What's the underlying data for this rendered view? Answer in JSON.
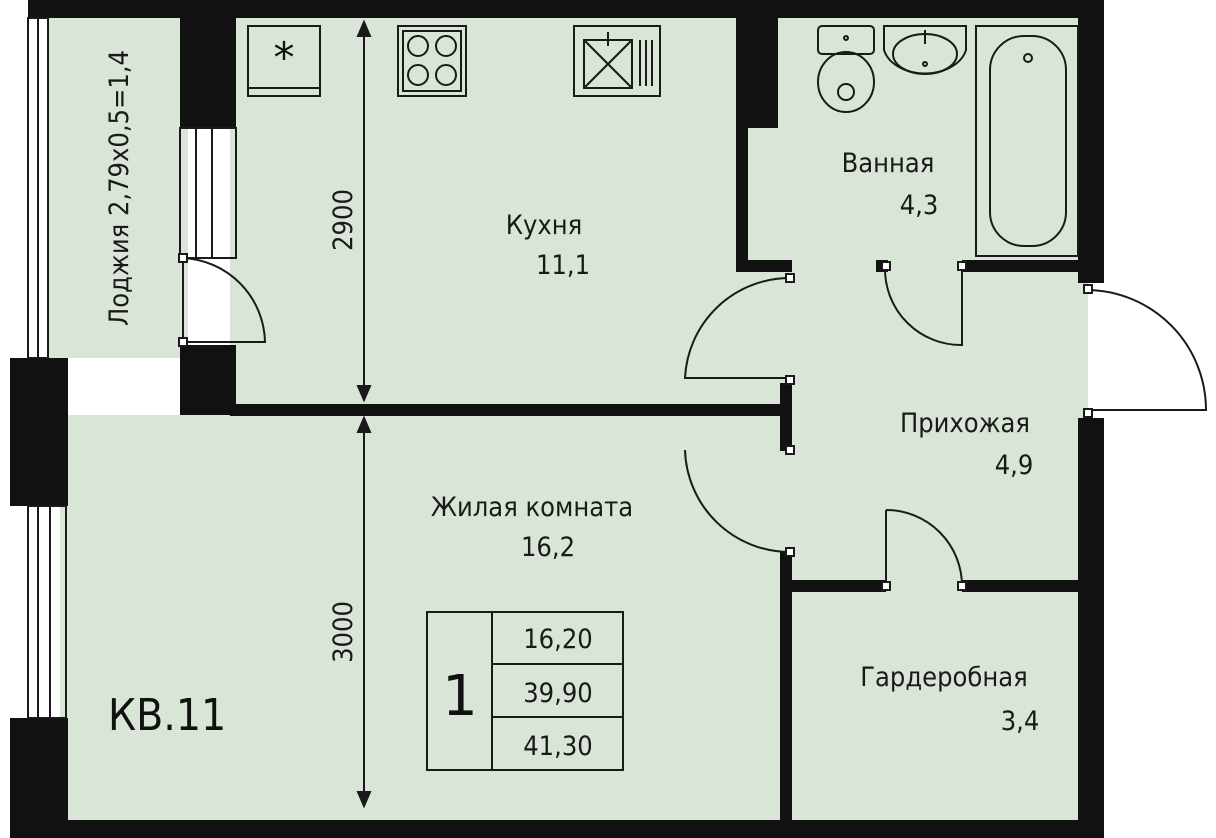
{
  "apartment": {
    "label": "КВ.11",
    "rooms_count": "1",
    "areas": [
      "16,20",
      "39,90",
      "41,30"
    ]
  },
  "rooms": {
    "kitchen": {
      "name": "Кухня",
      "area": "11,1"
    },
    "bathroom": {
      "name": "Ванная",
      "area": "4,3"
    },
    "hallway": {
      "name": "Прихожая",
      "area": "4,9"
    },
    "living": {
      "name": "Жилая комната",
      "area": "16,2"
    },
    "wardrobe": {
      "name": "Гардеробная",
      "area": "3,4"
    },
    "loggia": {
      "label": "Лоджия  2,79х0,5=1,4"
    }
  },
  "dimensions": {
    "upper": "2900",
    "lower": "3000"
  },
  "colors": {
    "floor": "#d9e6d7",
    "wall": "#111111",
    "line": "#1a1a1a"
  },
  "icons": {
    "fridge": "asterisk-icon",
    "stove": "stove-icon",
    "sink": "sink-icon",
    "toilet": "toilet-icon",
    "washbasin": "washbasin-icon",
    "bathtub": "bathtub-icon"
  }
}
